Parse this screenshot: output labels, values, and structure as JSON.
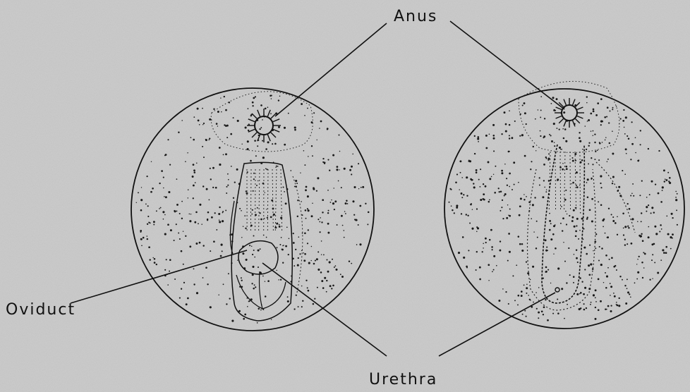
{
  "labels": {
    "anus": "Anus",
    "oviduct": "Oviduct",
    "urethra": "Urethra"
  },
  "colors": {
    "background": "#c9c9c9",
    "ink": "#111111"
  }
}
